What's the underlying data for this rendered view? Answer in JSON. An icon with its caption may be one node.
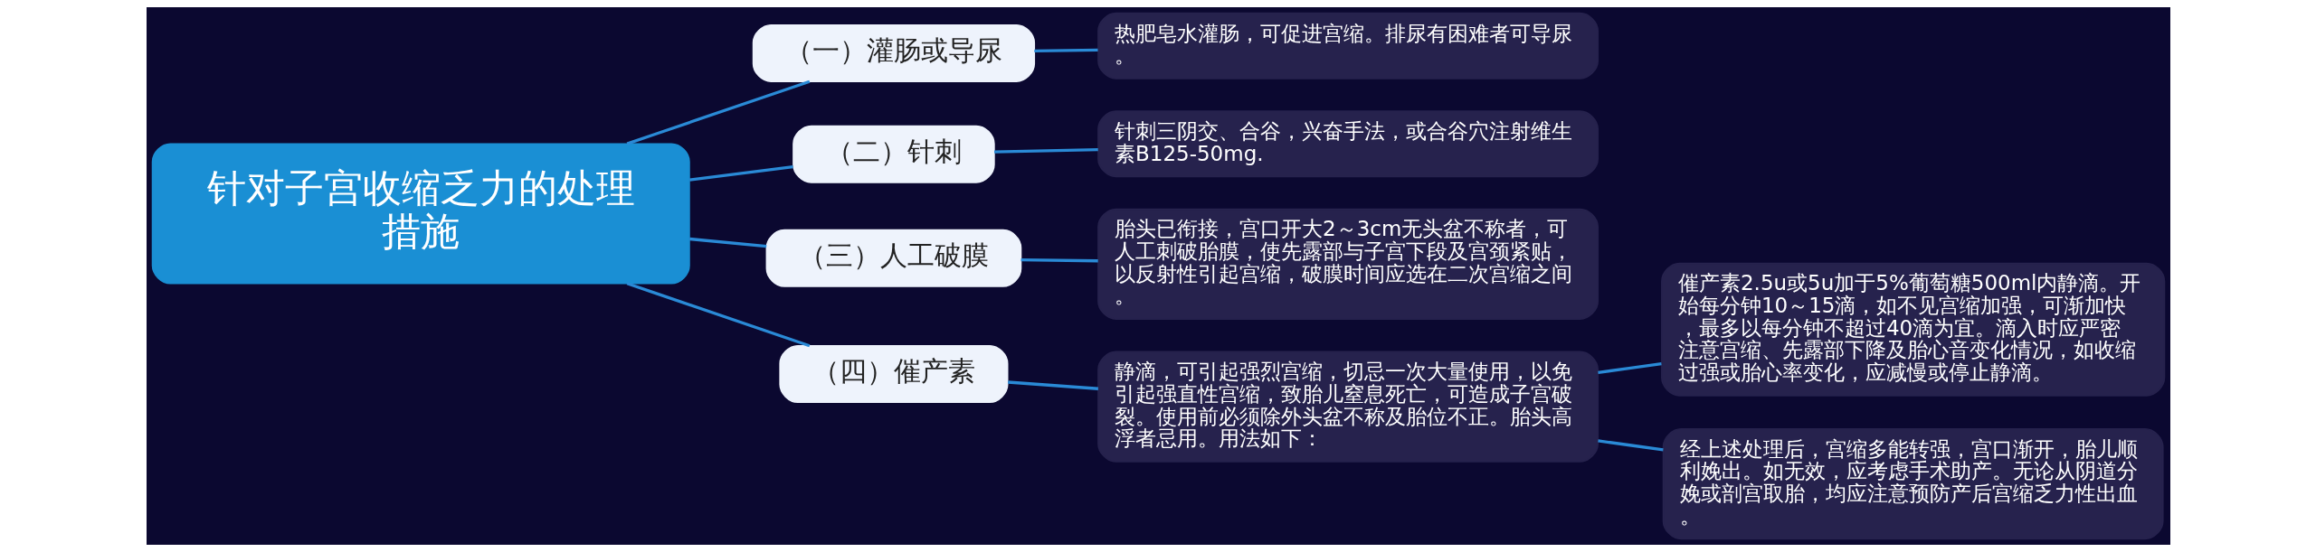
{
  "diagram": {
    "nodes": [
      {
        "text": [
          "针对子宫收缩乏力的处理措施"
        ]
      },
      {
        "text": [
          "（一）灌肠或导尿"
        ]
      },
      {
        "text": [
          "热肥皂水灌肠，可促进宫缩。排尿有困难者可导尿。"
        ]
      },
      {
        "text": [
          "（二）针刺"
        ]
      },
      {
        "text": [
          "针刺三阴交、合谷，兴奋手法，或合谷穴注射维生素B125-50mg."
        ]
      },
      {
        "text": [
          "（三）人工破膜"
        ]
      },
      {
        "text": [
          "胎头已衔接，宫口开大2～3cm无头盆不称者，可人工刺破胎膜，使先露部与子宫下段及宫颈紧贴，以反射性引起宫缩，破膜时间应选在二次宫缩之间。"
        ]
      },
      {
        "text": [
          "（四）催产素"
        ]
      },
      {
        "text": [
          "静滴，可引起强烈宫缩，切忌一次大量使用，以免引起强直性宫缩，致胎儿窒息死亡，可造成子宫破裂。使用前必须除外头盆不称及胎位不正。胎头高浮者忌用。用法如下："
        ]
      },
      {
        "text": [
          "催产素2.5u或5u加于5%葡萄糖500ml内静滴。开始每分钟10～15滴，如不见宫缩加强，可渐加快，最多以每分钟不超过40滴为宜。滴入时应严密注意宫缩、先露部下降及胎心音变化情况，如收缩过强或胎心率变化，应减慢或停止静滴。"
        ]
      },
      {
        "text": [
          "经上述处理后，宫缩多能转强，宫口渐开，胎儿顺利娩出。如无效，应考虑手术助产。无论从阴道分娩或剖宫取胎，均应注意预防产后宫缩乏力性出血。"
        ]
      }
    ],
    "edges": [
      {
        "from": 0,
        "to": 1,
        "arrow": "none"
      },
      {
        "from": 1,
        "to": 2,
        "arrow": "none"
      },
      {
        "from": 0,
        "to": 3,
        "arrow": "none"
      },
      {
        "from": 3,
        "to": 4,
        "arrow": "none"
      },
      {
        "from": 0,
        "to": 5,
        "arrow": "none"
      },
      {
        "from": 5,
        "to": 6,
        "arrow": "none"
      },
      {
        "from": 0,
        "to": 7,
        "arrow": "none"
      },
      {
        "from": 7,
        "to": 8,
        "arrow": "none"
      },
      {
        "from": 8,
        "to": 9,
        "arrow": "none"
      },
      {
        "from": 8,
        "to": 10,
        "arrow": "none"
      }
    ]
  }
}
